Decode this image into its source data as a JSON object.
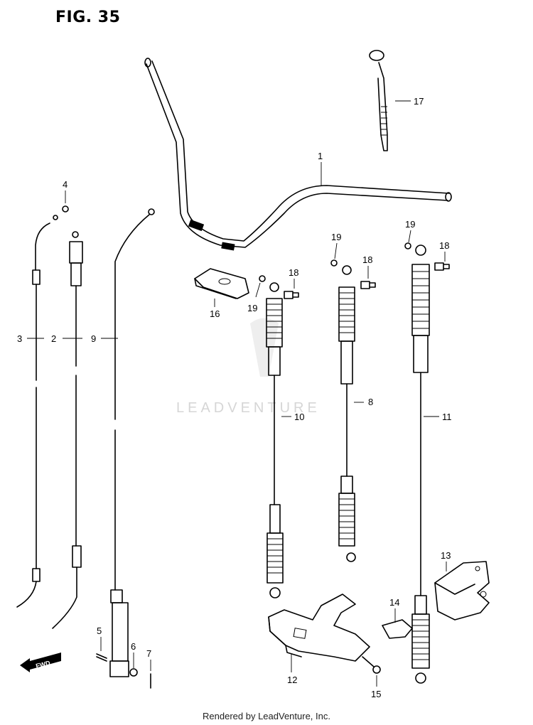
{
  "figure": {
    "title": "FIG. 35"
  },
  "watermark": "LEADVENTURE",
  "footer": "Rendered by LeadVenture, Inc.",
  "forward_marker": "FWD",
  "callouts": {
    "c1": "1",
    "c2": "2",
    "c3": "3",
    "c4": "4",
    "c5": "5",
    "c6": "6",
    "c7": "7",
    "c8": "8",
    "c9": "9",
    "c10": "10",
    "c11": "11",
    "c12": "12",
    "c13": "13",
    "c14": "14",
    "c15": "15",
    "c16": "16",
    "c17": "17",
    "c18a": "18",
    "c18b": "18",
    "c18c": "18",
    "c19a": "19",
    "c19b": "19",
    "c19c": "19"
  }
}
